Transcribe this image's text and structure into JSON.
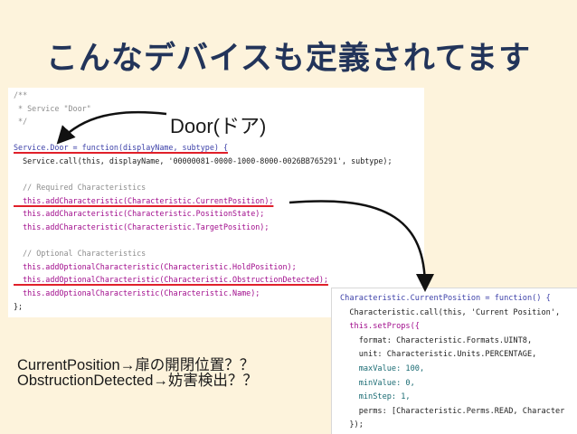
{
  "title": "こんなデバイスも定義されてます",
  "door_label": "Door(ドア)",
  "notes": [
    "CurrentPosition→扉の開閉位置？？",
    "ObstructionDetected→妨害検出？？"
  ],
  "main_code": [
    "/**",
    " * Service \"Door\"",
    " */",
    "",
    "Service.Door = function(displayName, subtype) {",
    "  Service.call(this, displayName, '00000081-0000-1000-8000-0026BB765291', subtype);",
    "",
    "  // Required Characteristics",
    "  this.addCharacteristic(Characteristic.CurrentPosition);",
    "  this.addCharacteristic(Characteristic.PositionState);",
    "  this.addCharacteristic(Characteristic.TargetPosition);",
    "",
    "  // Optional Characteristics",
    "  this.addOptionalCharacteristic(Characteristic.HoldPosition);",
    "  this.addOptionalCharacteristic(Characteristic.ObstructionDetected);",
    "  this.addOptionalCharacteristic(Characteristic.Name);",
    "};"
  ],
  "side_code": [
    "Characteristic.CurrentPosition = function() {",
    "  Characteristic.call(this, 'Current Position',",
    "  this.setProps({",
    "    format: Characteristic.Formats.UINT8,",
    "    unit: Characteristic.Units.PERCENTAGE,",
    "    maxValue: 100,",
    "    minValue: 0,",
    "    minStep: 1,",
    "    perms: [Characteristic.Perms.READ, Character",
    "  });"
  ],
  "colors": {
    "background": "#fdf3dc",
    "title": "#22345a",
    "underline": "#e0202a",
    "arrow": "#111111"
  }
}
